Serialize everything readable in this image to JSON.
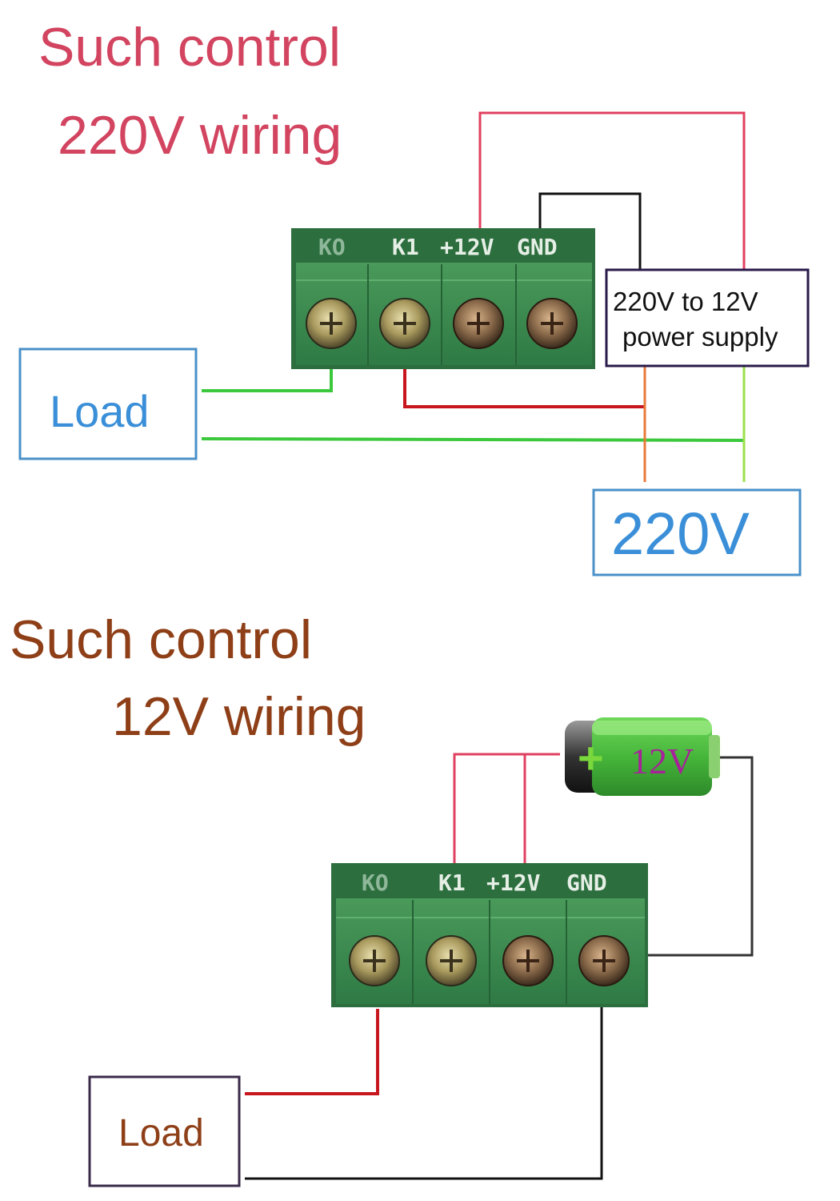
{
  "top_diagram": {
    "title_line1": "Such control",
    "title_line2": "220V wiring",
    "title_color": "#d2445f",
    "terminal_labels": [
      "KO",
      "K1",
      "+12V",
      "GND"
    ],
    "load_label": "Load",
    "supply_label_line1": "220V to 12V",
    "supply_label_line2": "power supply",
    "mains_label": "220V",
    "label_blue": "#3a8fd8"
  },
  "bottom_diagram": {
    "title_line1": "Such control",
    "title_line2": "12V wiring",
    "title_color": "#8e3f17",
    "terminal_labels": [
      "KO",
      "K1",
      "+12V",
      "GND"
    ],
    "battery_plus": "+",
    "battery_label": "12V",
    "load_label": "Load",
    "load_color": "#8e3f17"
  },
  "wire_colors": {
    "red": "#e04060",
    "dark_red": "#c8161e",
    "black": "#111111",
    "green": "#3cc83c",
    "light_green": "#9be04a",
    "orange": "#e87a3a",
    "grey": "#333333"
  },
  "board_color": "#2f7a45",
  "icons": [
    "screw-terminal-icon",
    "battery-icon"
  ]
}
